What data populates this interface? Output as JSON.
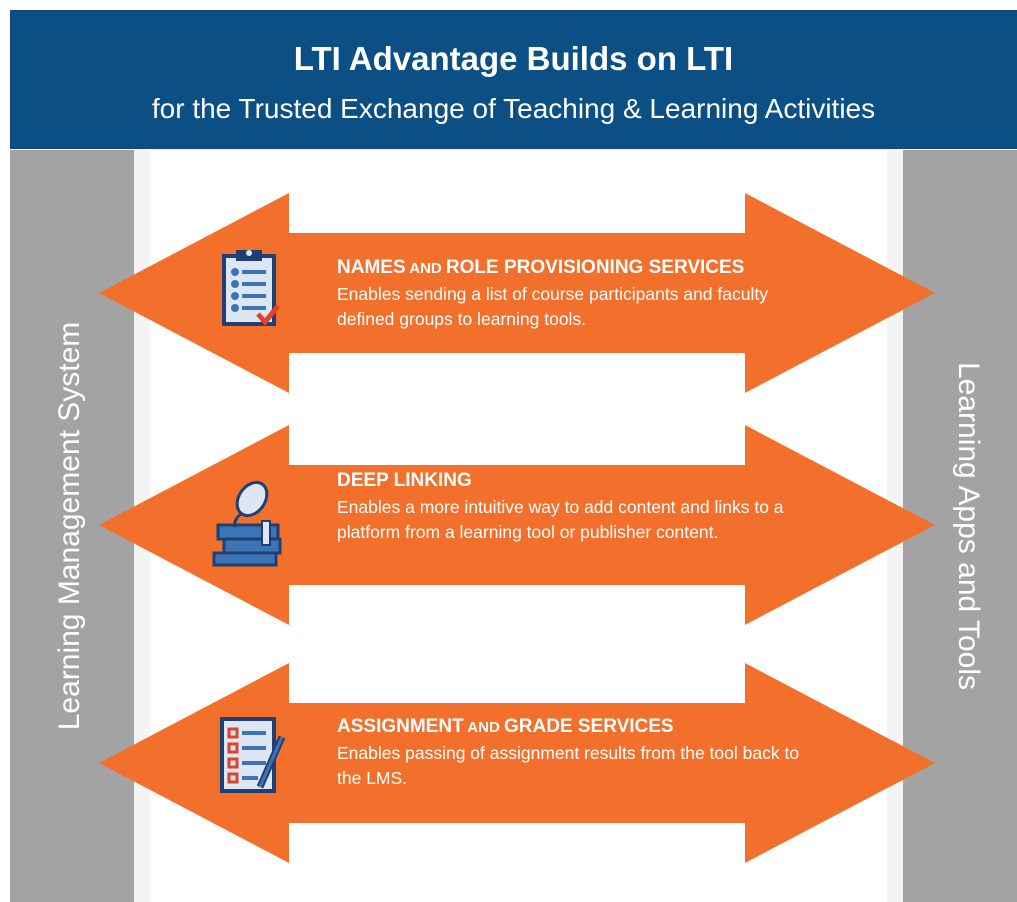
{
  "header": {
    "title": "LTI Advantage Builds on LTI",
    "subtitle": "for the Trusted Exchange of Teaching & Learning Activities"
  },
  "sides": {
    "left": "Learning Management System",
    "right": "Learning Apps and Tools"
  },
  "services": [
    {
      "heading_a": "NAMES",
      "heading_b": " AND ",
      "heading_c": "ROLE  PROVISIONING SERVICES",
      "description": "Enables sending a list of course participants and faculty defined groups to learning tools.",
      "icon": "clipboard-roster-icon"
    },
    {
      "heading_a": "DEEP LINKING",
      "heading_b": "",
      "heading_c": "",
      "description": "Enables a more intuitive way to add content and links to a platform from a learning tool or publisher content.",
      "icon": "books-mouse-icon"
    },
    {
      "heading_a": "ASSIGNMENT",
      "heading_b": " AND ",
      "heading_c": "GRADE SERVICES",
      "description": "Enables passing of assignment results from the tool back to the LMS.",
      "icon": "checklist-pencil-icon"
    }
  ],
  "colors": {
    "header_blue": "#0b4f84",
    "side_gray": "#a3a3a3",
    "panel_light": "#f4f4f4",
    "arrow_orange": "#f26f2c",
    "icon_navy": "#1f3f75",
    "icon_blue": "#3c74b8",
    "icon_light": "#dde7f3",
    "icon_red": "#e0422a"
  }
}
